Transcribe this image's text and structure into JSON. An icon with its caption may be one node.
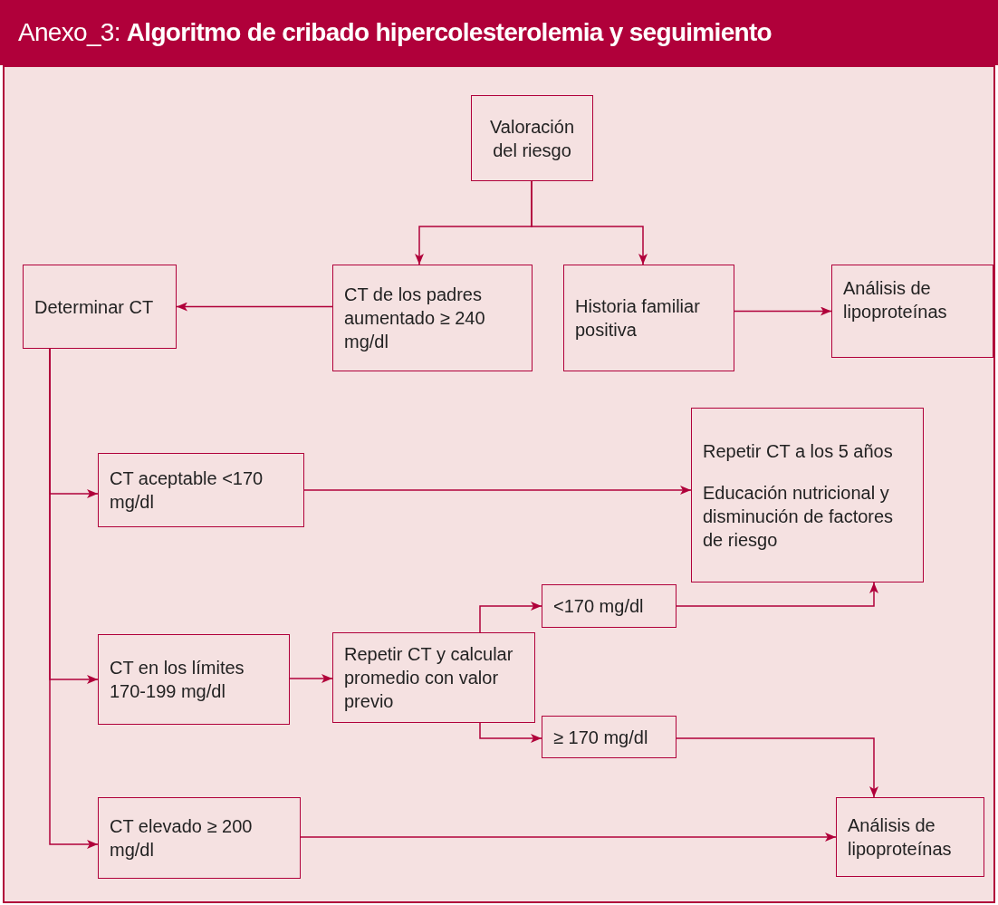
{
  "diagram": {
    "title": "Anexo_3: **Algoritmo de cribado hipercolesterolemia y seguimiento**",
    "nodes": [
      {
        "text": [
          "Valoración del riesgo"
        ]
      },
      {
        "text": [
          "Determinar CT"
        ]
      },
      {
        "text": [
          "CT de los padres aumentado ≥ 240 mg/dl"
        ]
      },
      {
        "text": [
          "Historia familiar positiva"
        ]
      },
      {
        "text": [
          "Análisis de lipoproteínas"
        ]
      },
      {
        "text": [
          "Repetir CT a los 5 años",
          "Educación nutricional y disminución de factores de riesgo"
        ]
      },
      {
        "text": [
          "CT aceptable <170 mg/dl"
        ]
      },
      {
        "text": [
          "<170 mg/dl"
        ]
      },
      {
        "text": [
          "CT en los límites 170-199 mg/dl"
        ]
      },
      {
        "text": [
          "Repetir CT y calcular promedio con valor previo"
        ]
      },
      {
        "text": [
          "≥ 170 mg/dl"
        ]
      },
      {
        "text": [
          "CT elevado ≥ 200 mg/dl"
        ]
      },
      {
        "text": [
          "Análisis de lipoproteínas"
        ]
      }
    ],
    "edges": [
      {
        "from": 0,
        "to": 2,
        "arrow": "to"
      },
      {
        "from": 0,
        "to": 3,
        "arrow": "to"
      },
      {
        "from": 2,
        "to": 1,
        "arrow": "to"
      },
      {
        "from": 3,
        "to": 4,
        "arrow": "to"
      },
      {
        "from": 1,
        "to": 6,
        "arrow": "to"
      },
      {
        "from": 1,
        "to": 8,
        "arrow": "to"
      },
      {
        "from": 1,
        "to": 11,
        "arrow": "to"
      },
      {
        "from": 6,
        "to": 5,
        "arrow": "to"
      },
      {
        "from": 8,
        "to": 9,
        "arrow": "to"
      },
      {
        "from": 9,
        "to": 7,
        "arrow": "to"
      },
      {
        "from": 9,
        "to": 10,
        "arrow": "to"
      },
      {
        "from": 7,
        "to": 5,
        "arrow": "to"
      },
      {
        "from": 10,
        "to": 12,
        "arrow": "to"
      },
      {
        "from": 11,
        "to": 12,
        "arrow": "to"
      }
    ]
  }
}
